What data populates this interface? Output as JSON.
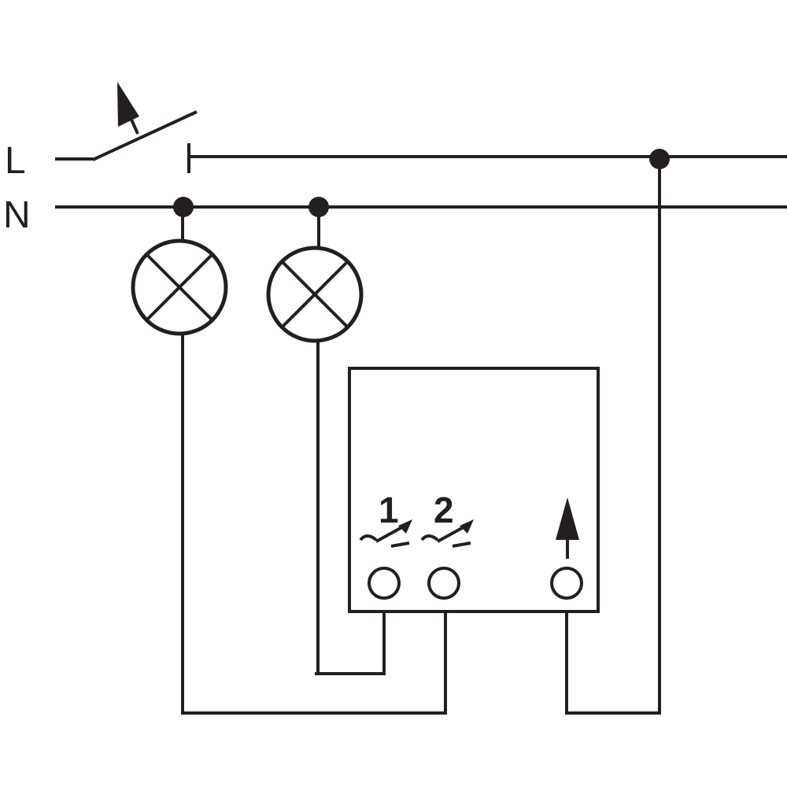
{
  "rails": {
    "line_label": "L",
    "neutral_label": "N"
  },
  "actuator": {
    "channels": [
      {
        "label": "1"
      },
      {
        "label": "2"
      }
    ],
    "input_symbol": "arrow-up-icon"
  },
  "colors": {
    "stroke": "#231f20",
    "background": "#ffffff"
  }
}
